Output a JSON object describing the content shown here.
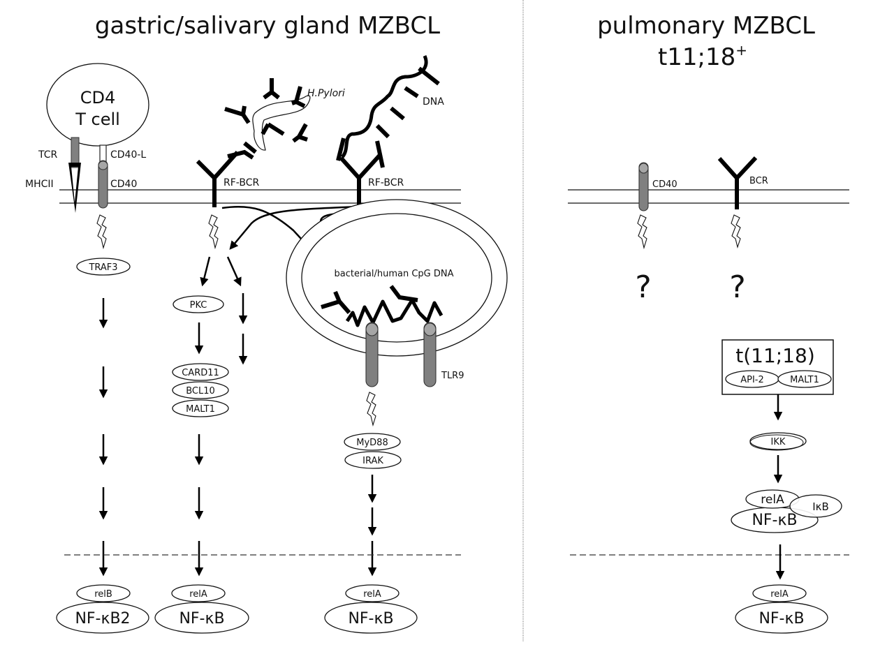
{
  "left_panel": {
    "title": "gastric/salivary gland MZBCL",
    "t_cell": {
      "line1": "CD4",
      "line2": "T cell"
    },
    "receptor_labels": {
      "tcr": "TCR",
      "cd40l": "CD40-L",
      "mhcii": "MHCII",
      "cd40": "CD40",
      "rf_bcr_1": "RF-BCR",
      "rf_bcr_2": "RF-BCR",
      "h_pylori": "H.Pylori",
      "dna": "DNA",
      "tlr9": "TLR9"
    },
    "endosome_label": "bacterial/human CpG DNA",
    "nodes": {
      "traf3": "TRAF3",
      "pkc": "PKC",
      "card11": "CARD11",
      "bcl10": "BCL10",
      "malt1": "MALT1",
      "myd88": "MyD88",
      "irak": "IRAK"
    },
    "outputs": [
      {
        "sub": "relB",
        "main": "NF-κB2"
      },
      {
        "sub": "relA",
        "main": "NF-κB"
      },
      {
        "sub": "relA",
        "main": "NF-κB"
      }
    ]
  },
  "right_panel": {
    "title_line1": "pulmonary MZBCL",
    "title_line2": "t11;18",
    "title_sup": "+",
    "receptor_labels": {
      "cd40": "CD40",
      "bcr": "BCR"
    },
    "unknown_marks": [
      "?",
      "?"
    ],
    "translocation": {
      "label": "t(11;18)",
      "fusion": [
        "API-2",
        "MALT1"
      ]
    },
    "nodes": {
      "ikk": "IKK",
      "rela": "relA",
      "ikb": "IκB",
      "nfkb": "NF-κB"
    },
    "output": {
      "sub": "relA",
      "main": "NF-κB"
    }
  },
  "colors": {
    "receptor_gray": "#808080",
    "receptor_cap": "#a6a6a6",
    "line": "#111111",
    "background": "#ffffff"
  }
}
